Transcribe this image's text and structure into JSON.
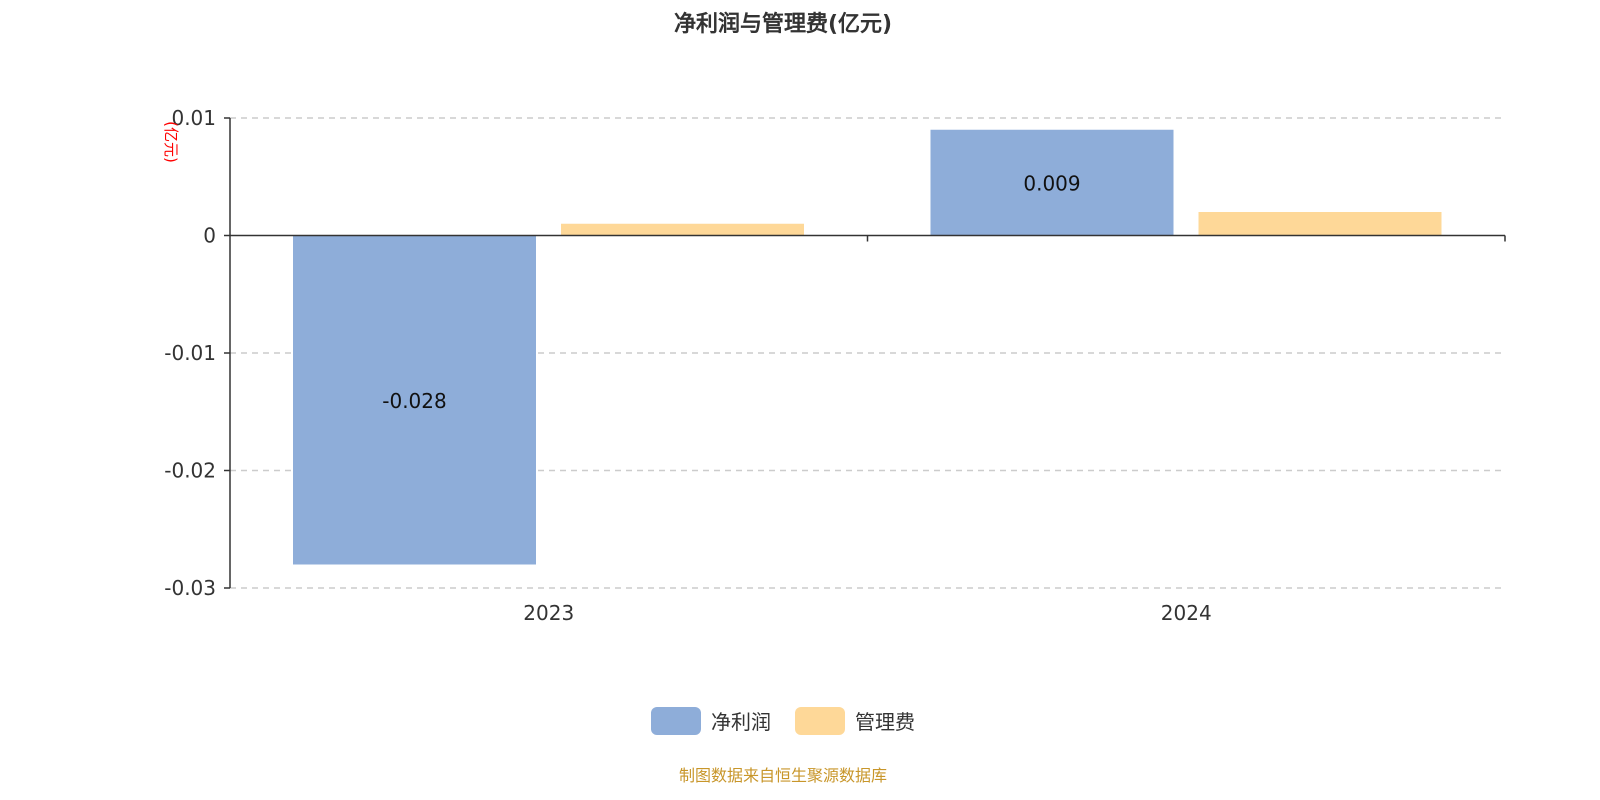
{
  "chart_data": {
    "type": "bar",
    "title": "净利润与管理费(亿元)",
    "ylabel": "(亿元)",
    "xlabel": "",
    "categories": [
      "2023",
      "2024"
    ],
    "series": [
      {
        "name": "净利润",
        "values": [
          -0.028,
          0.009
        ],
        "color": "#8eadd9",
        "labels": [
          "-0.028",
          "0.009"
        ]
      },
      {
        "name": "管理费",
        "values": [
          0.001,
          0.002
        ],
        "color": "#fed898"
      }
    ],
    "ylim": [
      -0.03,
      0.01
    ],
    "yticks": [
      0.01,
      0,
      -0.01,
      -0.02,
      -0.03
    ],
    "ytick_labels": [
      "0.01",
      "0",
      "-0.01",
      "-0.02",
      "-0.03"
    ],
    "grid": true,
    "legend_position": "bottom"
  },
  "source": "制图数据来自恒生聚源数据库"
}
